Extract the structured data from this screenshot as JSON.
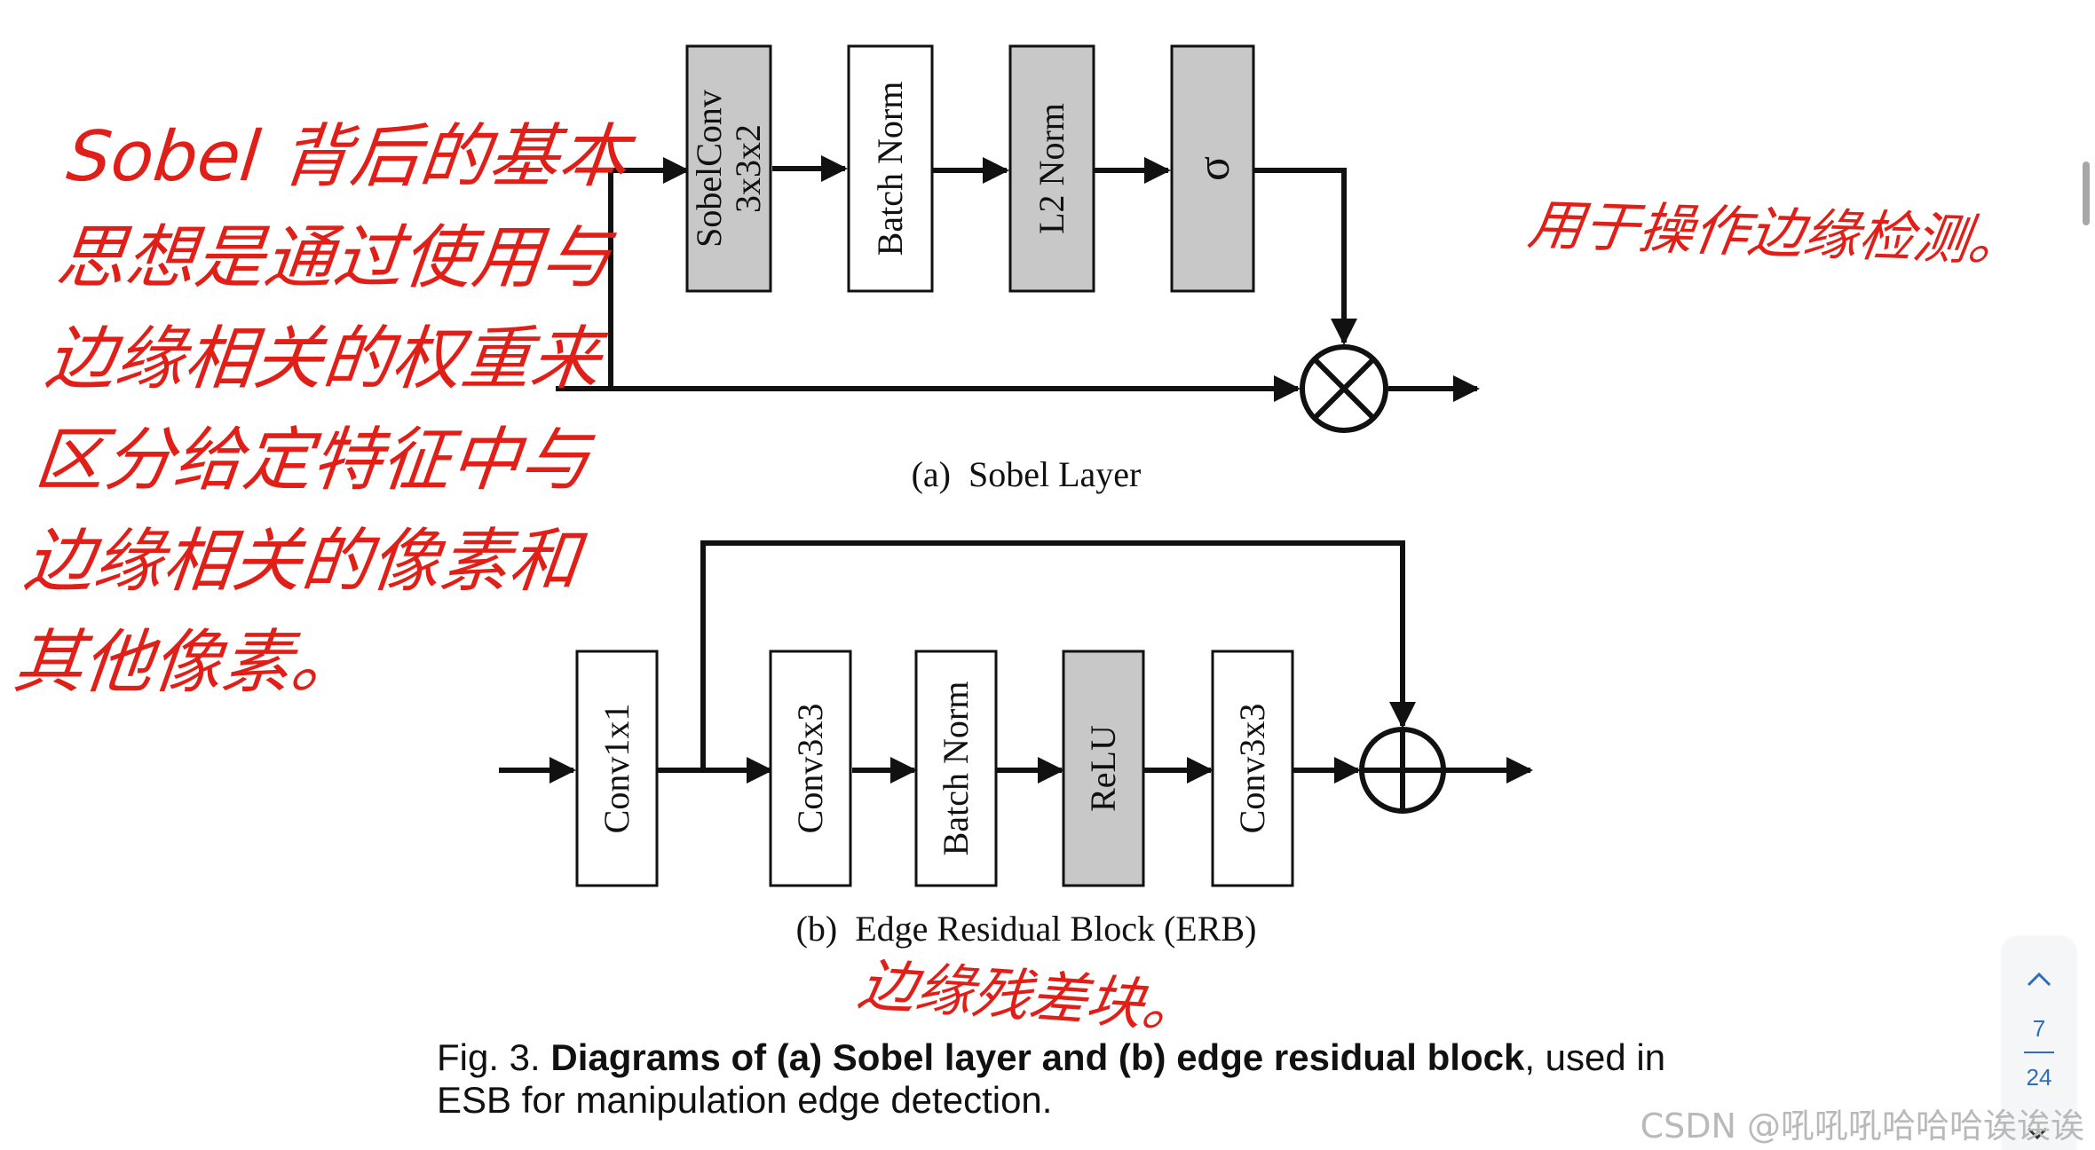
{
  "sobel_layer": {
    "blocks": [
      {
        "line1": "SobelConv",
        "line2": "3x3x2",
        "fill": "#c8c8c8"
      },
      {
        "line1": "Batch Norm",
        "line2": "",
        "fill": "#ffffff"
      },
      {
        "line1": "L2 Norm",
        "line2": "",
        "fill": "#c8c8c8"
      },
      {
        "line1": "σ",
        "line2": "",
        "fill": "#c8c8c8"
      }
    ],
    "caption": "(a)  Sobel Layer",
    "merge_op": "multiply"
  },
  "erb": {
    "blocks": [
      {
        "label": "Conv1x1",
        "fill": "#ffffff"
      },
      {
        "label": "Conv3x3",
        "fill": "#ffffff"
      },
      {
        "label": "Batch Norm",
        "fill": "#ffffff"
      },
      {
        "label": "ReLU",
        "fill": "#c8c8c8"
      },
      {
        "label": "Conv3x3",
        "fill": "#ffffff"
      }
    ],
    "caption": "(b)  Edge Residual Block (ERB)",
    "merge_op": "add"
  },
  "figure_caption": {
    "prefix": "Fig. 3. ",
    "bold": "Diagrams of (a) Sobel layer and (b) edge residual block",
    "suffix": ", used in ESB for manipulation edge detection."
  },
  "annotations": {
    "left": "Sobel 背后的基本思想是通过使用与边缘相关的权重来区分给定特征中与边缘相关的像素和其他像素。",
    "right": "用于操作边缘检测。",
    "bottom": "边缘残差块。"
  },
  "pager": {
    "current": "7",
    "total": "24"
  },
  "watermark": "CSDN @吼吼吼哈哈哈诶诶诶",
  "colors": {
    "line": "#111111",
    "annotation": "#e02018",
    "gray_block": "#c8c8c8",
    "pager_accent": "#2f6fba"
  }
}
